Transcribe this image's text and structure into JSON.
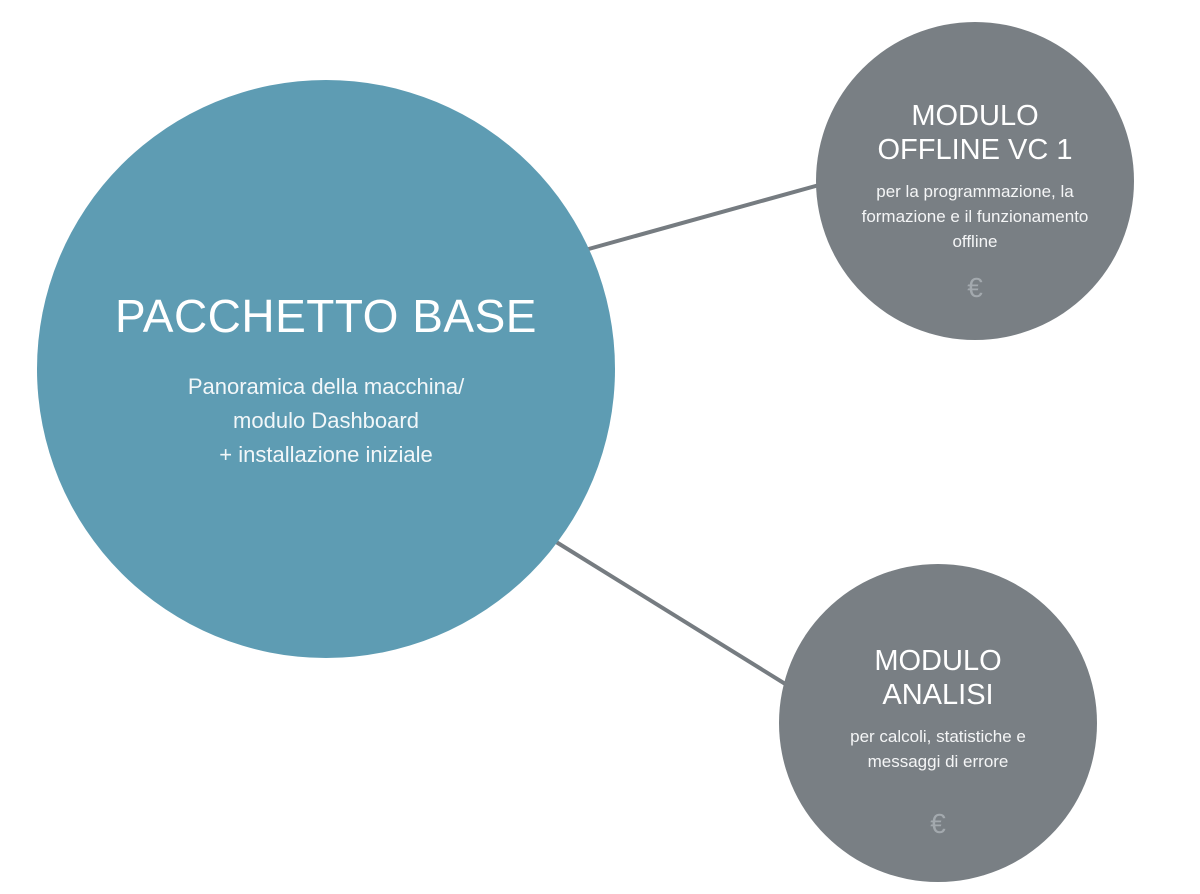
{
  "base": {
    "title": "PACCHETTO BASE",
    "desc_lines": [
      "Panoramica della macchina/",
      "modulo Dashboard",
      "+ installazione iniziale"
    ]
  },
  "modules": [
    {
      "title_lines": [
        "MODULO",
        "OFFLINE VC 1"
      ],
      "desc_lines": [
        "per la programmazione, la",
        "formazione e il funzionamento",
        "offline"
      ],
      "price_symbol": "€"
    },
    {
      "title_lines": [
        "MODULO",
        "ANALISI"
      ],
      "desc_lines": [
        "per calcoli, statistiche e",
        "messaggi di errore"
      ],
      "price_symbol": "€"
    }
  ],
  "colors": {
    "base_fill": "#5e9cb3",
    "module_fill": "#797f84",
    "connector": "#767c81",
    "euro": "#a3a9ae"
  }
}
